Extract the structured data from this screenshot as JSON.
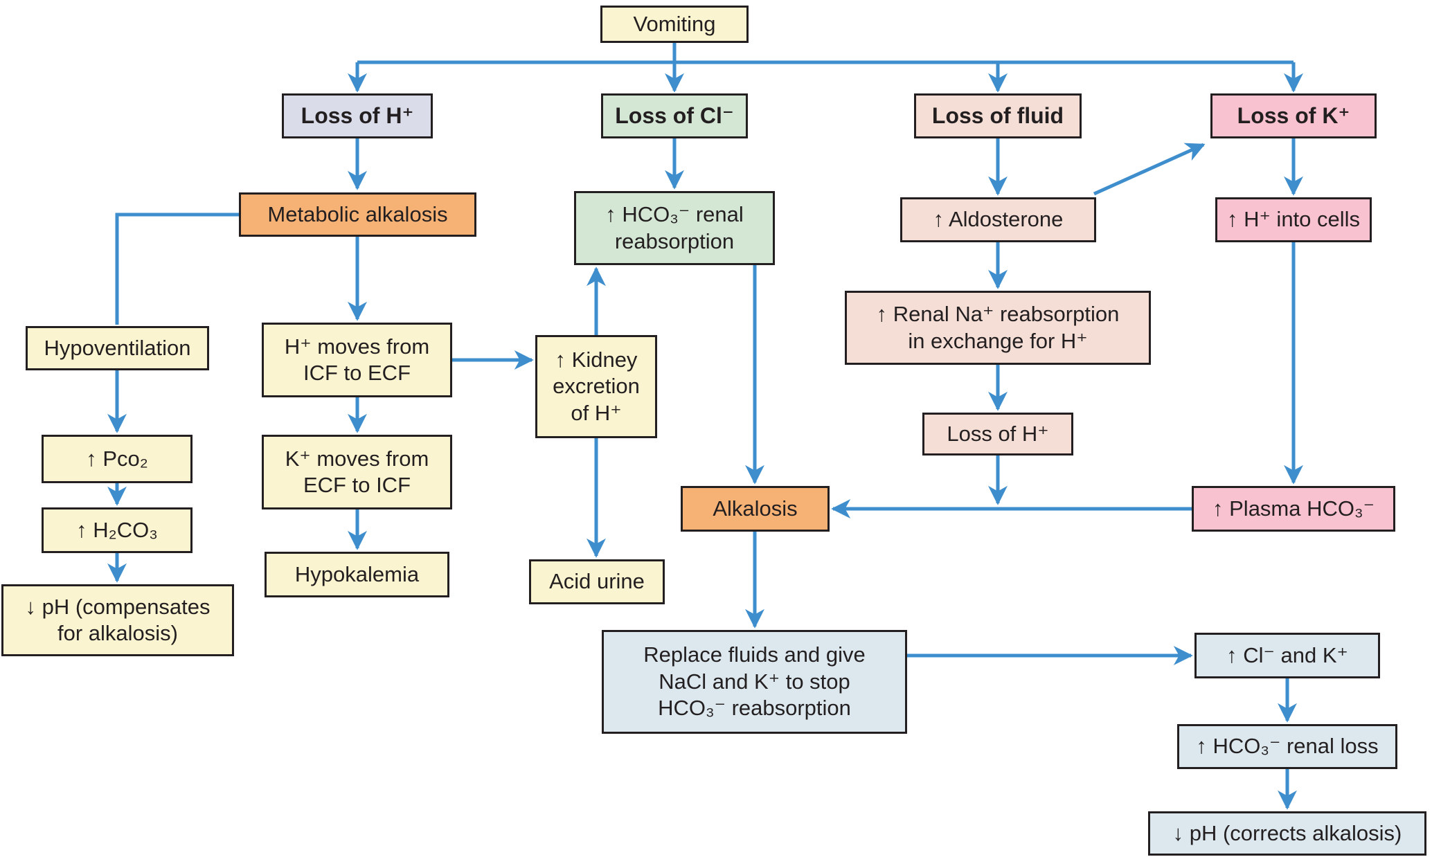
{
  "diagram_title": "Vomiting flowchart",
  "colors": {
    "yellow": "#FBF4D0",
    "lavender": "#DBDCEA",
    "green": "#D4E6D4",
    "beige": "#F4DED6",
    "pink": "#F8C2D0",
    "orange": "#F6B175",
    "light_blue": "#DCE8EE",
    "arrow": "#3E8ECD",
    "border": "#231F20"
  },
  "nodes": {
    "vomiting": {
      "label": "Vomiting"
    },
    "loss_of_h": {
      "label": "Loss of H⁺"
    },
    "loss_of_cl": {
      "label": "Loss of Cl⁻"
    },
    "loss_of_fluid": {
      "label": "Loss of fluid"
    },
    "loss_of_k": {
      "label": "Loss of K⁺"
    },
    "metabolic_alkalosis": {
      "label": "Metabolic alkalosis"
    },
    "hco3_renal_reabsorption": {
      "label": "↑ HCO₃⁻ renal\nreabsorption"
    },
    "aldosterone": {
      "label": "↑ Aldosterone"
    },
    "h_into_cells": {
      "label": "↑ H⁺ into cells"
    },
    "hypoventilation": {
      "label": "Hypoventilation"
    },
    "pco2": {
      "label": "↑ Pᴄᴏ₂"
    },
    "h2co3": {
      "label": "↑ H₂CO₃"
    },
    "ph_compensates": {
      "label": "↓ pH (compensates\nfor alkalosis)"
    },
    "h_moves_icf_ecf": {
      "label": "H⁺ moves from\nICF to ECF"
    },
    "k_moves_ecf_icf": {
      "label": "K⁺ moves from\nECF to ICF"
    },
    "hypokalemia": {
      "label": "Hypokalemia"
    },
    "kidney_excretion": {
      "label": "↑ Kidney\nexcretion\nof H⁺"
    },
    "acid_urine": {
      "label": "Acid urine"
    },
    "alkalosis": {
      "label": "Alkalosis"
    },
    "renal_na_reabsorption": {
      "label": "↑ Renal Na⁺ reabsorption\nin exchange for H⁺"
    },
    "loss_of_h_renal": {
      "label": "Loss of H⁺"
    },
    "plasma_hco3": {
      "label": "↑ Plasma HCO₃⁻"
    },
    "replace_fluids": {
      "label": "Replace fluids and give\nNaCl and K⁺ to stop\nHCO₃⁻ reabsorption"
    },
    "cl_and_k": {
      "label": "↑ Cl⁻ and K⁺"
    },
    "hco3_renal_loss": {
      "label": "↑ HCO₃⁻ renal loss"
    },
    "ph_corrects": {
      "label": "↓ pH (corrects alkalosis)"
    }
  },
  "edges": [
    {
      "from": "vomiting",
      "to": "loss_of_h"
    },
    {
      "from": "vomiting",
      "to": "loss_of_cl"
    },
    {
      "from": "vomiting",
      "to": "loss_of_fluid"
    },
    {
      "from": "vomiting",
      "to": "loss_of_k"
    },
    {
      "from": "loss_of_h",
      "to": "metabolic_alkalosis"
    },
    {
      "from": "loss_of_cl",
      "to": "hco3_renal_reabsorption"
    },
    {
      "from": "loss_of_fluid",
      "to": "aldosterone"
    },
    {
      "from": "loss_of_k",
      "to": "h_into_cells"
    },
    {
      "from": "aldosterone",
      "to": "loss_of_k"
    },
    {
      "from": "metabolic_alkalosis",
      "to": "hypoventilation"
    },
    {
      "from": "metabolic_alkalosis",
      "to": "h_moves_icf_ecf"
    },
    {
      "from": "hypoventilation",
      "to": "pco2"
    },
    {
      "from": "pco2",
      "to": "h2co3"
    },
    {
      "from": "h2co3",
      "to": "ph_compensates"
    },
    {
      "from": "h_moves_icf_ecf",
      "to": "kidney_excretion"
    },
    {
      "from": "h_moves_icf_ecf",
      "to": "k_moves_ecf_icf"
    },
    {
      "from": "k_moves_ecf_icf",
      "to": "hypokalemia"
    },
    {
      "from": "kidney_excretion",
      "to": "hco3_renal_reabsorption"
    },
    {
      "from": "kidney_excretion",
      "to": "acid_urine"
    },
    {
      "from": "hco3_renal_reabsorption",
      "to": "alkalosis"
    },
    {
      "from": "aldosterone",
      "to": "renal_na_reabsorption"
    },
    {
      "from": "renal_na_reabsorption",
      "to": "loss_of_h_renal"
    },
    {
      "from": "loss_of_h_renal",
      "to": "alkalosis"
    },
    {
      "from": "h_into_cells",
      "to": "plasma_hco3"
    },
    {
      "from": "plasma_hco3",
      "to": "alkalosis"
    },
    {
      "from": "alkalosis",
      "to": "replace_fluids"
    },
    {
      "from": "replace_fluids",
      "to": "cl_and_k"
    },
    {
      "from": "cl_and_k",
      "to": "hco3_renal_loss"
    },
    {
      "from": "hco3_renal_loss",
      "to": "ph_corrects"
    }
  ]
}
